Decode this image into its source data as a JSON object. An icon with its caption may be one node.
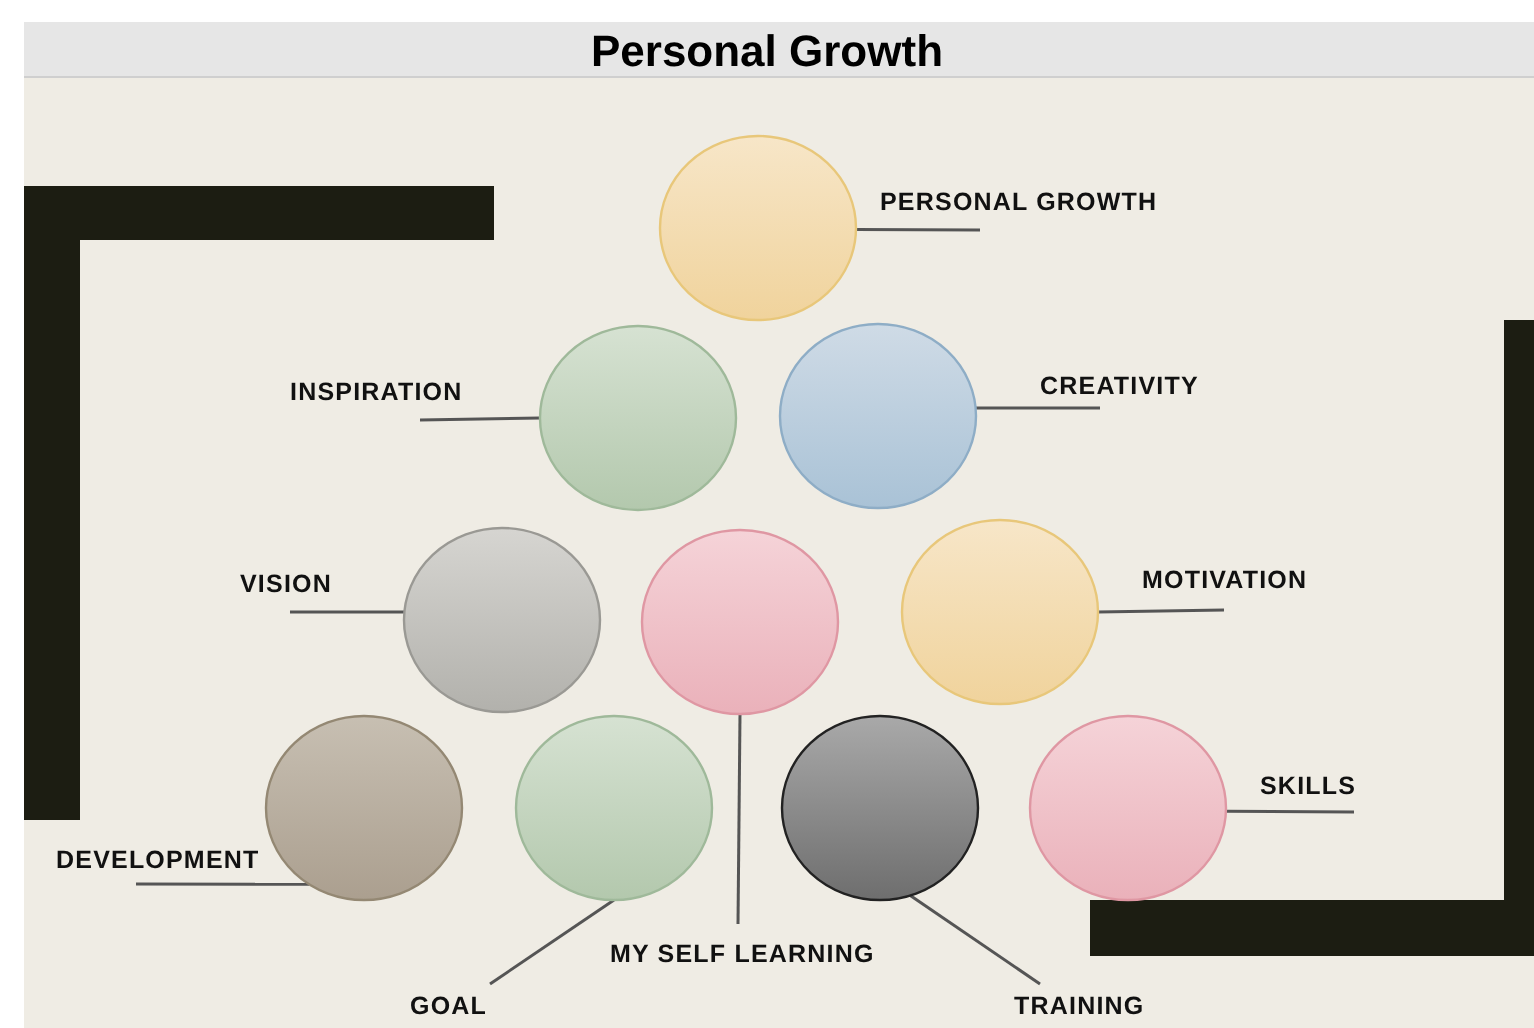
{
  "diagram": {
    "title": "Personal Growth",
    "nodes": [
      {
        "text": [],
        "shape": "circle"
      },
      {
        "text": [
          "PERSONAL GROWTH"
        ]
      },
      {
        "text": [
          "INSPIRATION"
        ]
      },
      {
        "text": [],
        "shape": "circle"
      },
      {
        "text": [],
        "shape": "circle"
      },
      {
        "text": [
          "CREATIVITY"
        ]
      },
      {
        "text": [
          "VISION"
        ]
      },
      {
        "text": [],
        "shape": "circle"
      },
      {
        "text": [],
        "shape": "circle"
      },
      {
        "text": [],
        "shape": "circle"
      },
      {
        "text": [
          "MOTIVATION"
        ]
      },
      {
        "text": [
          "DEVELOPMENT"
        ]
      },
      {
        "text": [],
        "shape": "circle"
      },
      {
        "text": [],
        "shape": "circle"
      },
      {
        "text": [],
        "shape": "circle"
      },
      {
        "text": [],
        "shape": "circle"
      },
      {
        "text": [
          "SKILLS"
        ]
      },
      {
        "text": [
          "MY SELF LEARNING"
        ]
      },
      {
        "text": [
          "GOAL"
        ]
      },
      {
        "text": [
          "TRAINING"
        ]
      }
    ],
    "edges": [
      {
        "from": 1,
        "to": 0,
        "arrow": "none"
      },
      {
        "from": 2,
        "to": 3,
        "arrow": "none"
      },
      {
        "from": 5,
        "to": 4,
        "arrow": "none"
      },
      {
        "from": 6,
        "to": 7,
        "arrow": "none"
      },
      {
        "from": 10,
        "to": 9,
        "arrow": "none"
      },
      {
        "from": 11,
        "to": 12,
        "arrow": "none"
      },
      {
        "from": 16,
        "to": 15,
        "arrow": "none"
      },
      {
        "from": 17,
        "to": 8,
        "arrow": "none"
      },
      {
        "from": 18,
        "to": 13,
        "arrow": "none"
      },
      {
        "from": 19,
        "to": 14,
        "arrow": "none"
      }
    ]
  }
}
